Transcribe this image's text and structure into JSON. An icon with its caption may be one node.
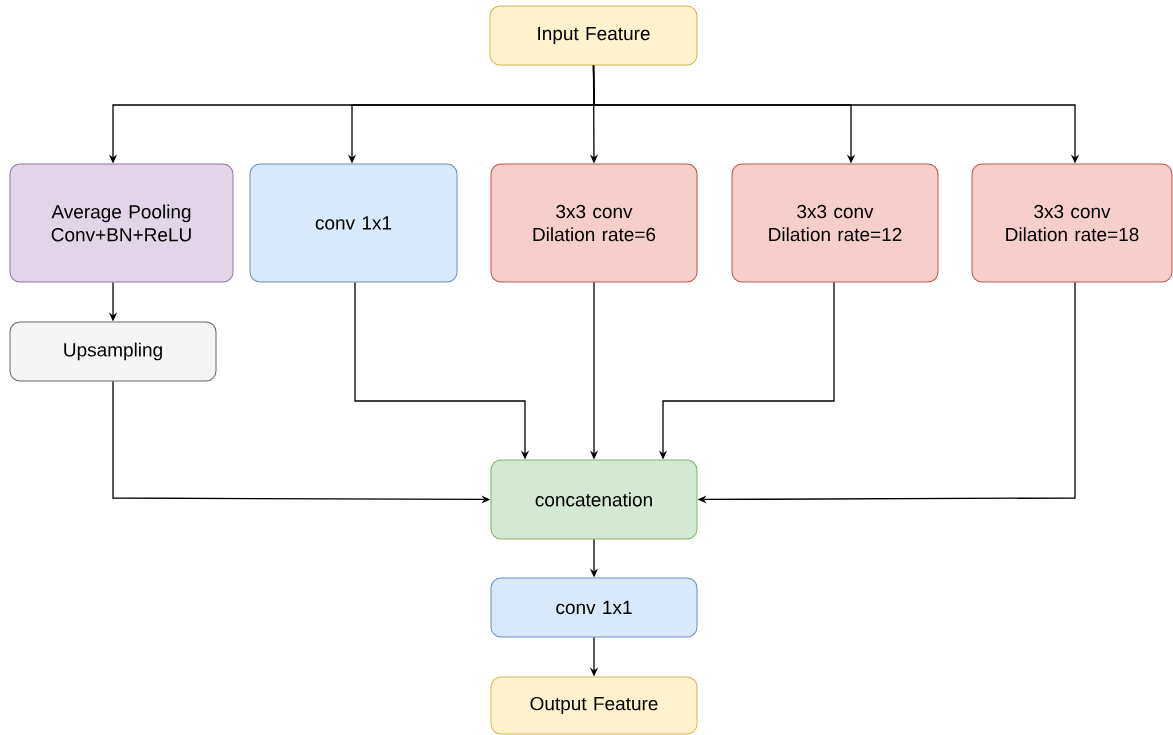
{
  "diagram": {
    "nodes": [
      {
        "text": [
          "Input Feature"
        ]
      },
      {
        "text": [
          "Average Pooling Conv+BN+ReLU"
        ]
      },
      {
        "text": [
          "conv 1x1"
        ]
      },
      {
        "text": [
          "3x3 conv Dilation rate=6"
        ]
      },
      {
        "text": [
          "3x3 conv Dilation rate=12"
        ]
      },
      {
        "text": [
          "3x3 conv Dilation rate=18"
        ]
      },
      {
        "text": [
          "Upsampling"
        ]
      },
      {
        "text": [
          "concatenation"
        ]
      },
      {
        "text": [
          "conv 1x1"
        ]
      },
      {
        "text": [
          "Output Feature"
        ]
      }
    ],
    "edges": [
      {
        "from": 0,
        "to": 1,
        "arrow": "to"
      },
      {
        "from": 0,
        "to": 2,
        "arrow": "to"
      },
      {
        "from": 0,
        "to": 3,
        "arrow": "to"
      },
      {
        "from": 0,
        "to": 4,
        "arrow": "to"
      },
      {
        "from": 0,
        "to": 5,
        "arrow": "to"
      },
      {
        "from": 1,
        "to": 6,
        "arrow": "to"
      },
      {
        "from": 6,
        "to": 7,
        "arrow": "to"
      },
      {
        "from": 2,
        "to": 7,
        "arrow": "to"
      },
      {
        "from": 3,
        "to": 7,
        "arrow": "to"
      },
      {
        "from": 4,
        "to": 7,
        "arrow": "to"
      },
      {
        "from": 5,
        "to": 7,
        "arrow": "to"
      },
      {
        "from": 7,
        "to": 8,
        "arrow": "to"
      },
      {
        "from": 8,
        "to": 9,
        "arrow": "to"
      }
    ]
  }
}
